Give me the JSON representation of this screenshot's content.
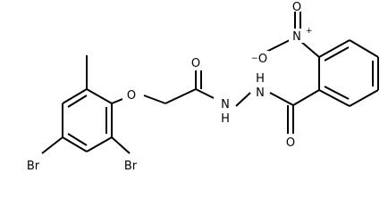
{
  "structure": {
    "atoms": {
      "br_left": "Br",
      "br_right": "Br",
      "o_ether": "O",
      "o_carbonyl_1": "O",
      "n_h_1": "N",
      "h_1": "H",
      "n_h_2": "N",
      "h_2": "H",
      "o_carbonyl_2": "O",
      "n_nitro": "N",
      "n_nitro_charge": "+",
      "o_nitro_1": "O",
      "o_nitro_1_charge": "−",
      "o_nitro_2": "O"
    },
    "colors": {
      "bond": "#000000",
      "label": "#000000",
      "background": "#ffffff"
    }
  }
}
